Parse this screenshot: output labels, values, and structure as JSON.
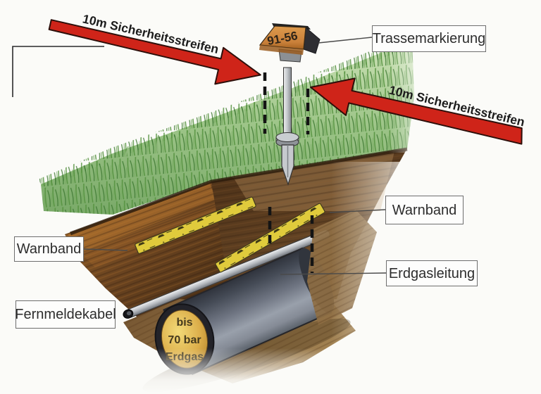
{
  "labels": {
    "trassemarkierung": "Trassemarkierung",
    "warnband_right": "Warnband",
    "erdgasleitung": "Erdgasleitung",
    "warnband_left": "Warnband",
    "fernmeldekabel": "Fernmeldekabel"
  },
  "arrows": {
    "left": {
      "label": "10m Sicherheitsstreifen"
    },
    "right": {
      "label": "10m Sicherheitsstreifen"
    }
  },
  "marker_sign": {
    "text": "91-56"
  },
  "pipe_face": {
    "line1": "bis",
    "line2": "70 bar",
    "line3": "Erdgas"
  },
  "colors": {
    "arrow_red": "#cf2419",
    "sign_orange": "#c9803a",
    "tape_yellow": "#e0cb3c",
    "pipe_gray": "#6f7582",
    "pipe_face_gold": "#dcae4a",
    "soil_brown": "#6b4a28",
    "grass_green": "#7cab6a",
    "background": "#fbfbf8"
  }
}
